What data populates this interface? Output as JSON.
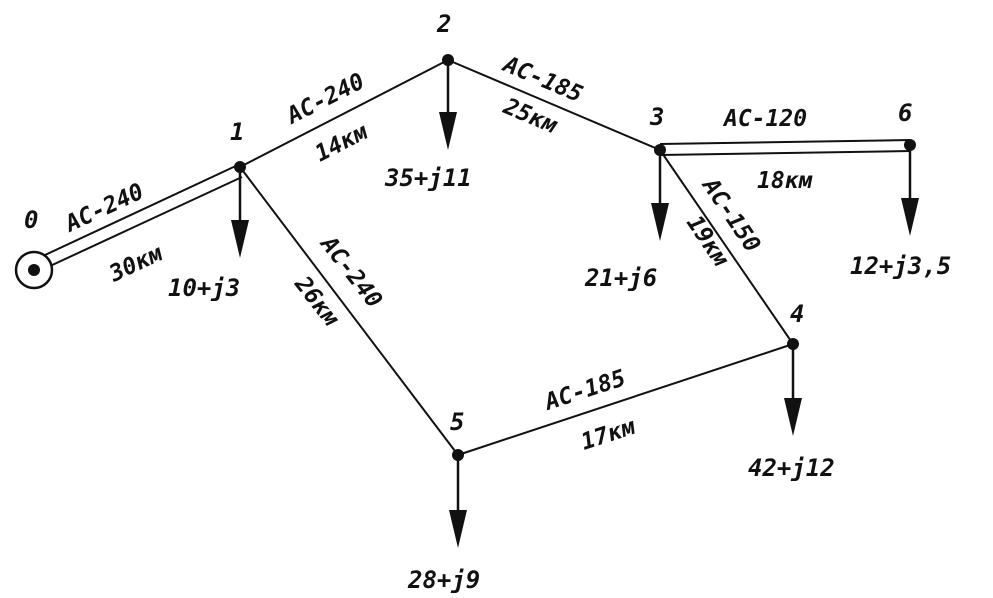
{
  "nodes": [
    {
      "id": "0",
      "label": "0"
    },
    {
      "id": "1",
      "label": "1"
    },
    {
      "id": "2",
      "label": "2"
    },
    {
      "id": "3",
      "label": "3"
    },
    {
      "id": "4",
      "label": "4"
    },
    {
      "id": "5",
      "label": "5"
    },
    {
      "id": "6",
      "label": "6"
    }
  ],
  "lines": [
    {
      "from": "0",
      "to": "1",
      "conductor": "AC-240",
      "length": "30км",
      "double": true
    },
    {
      "from": "1",
      "to": "2",
      "conductor": "AC-240",
      "length": "14км",
      "double": false
    },
    {
      "from": "2",
      "to": "3",
      "conductor": "AC-185",
      "length": "25км",
      "double": false
    },
    {
      "from": "3",
      "to": "6",
      "conductor": "AC-120",
      "length": "18км",
      "double": true
    },
    {
      "from": "3",
      "to": "4",
      "conductor": "AC-150",
      "length": "19км",
      "double": false
    },
    {
      "from": "1",
      "to": "5",
      "conductor": "AC-240",
      "length": "26км",
      "double": false
    },
    {
      "from": "5",
      "to": "4",
      "conductor": "AC-185",
      "length": "17км",
      "double": false
    }
  ],
  "loads": [
    {
      "node": "1",
      "value": "10+j3"
    },
    {
      "node": "2",
      "value": "35+j11"
    },
    {
      "node": "3",
      "value": "21+j6"
    },
    {
      "node": "6",
      "value": "12+j3,5"
    },
    {
      "node": "4",
      "value": "42+j12"
    },
    {
      "node": "5",
      "value": "28+j9"
    }
  ]
}
